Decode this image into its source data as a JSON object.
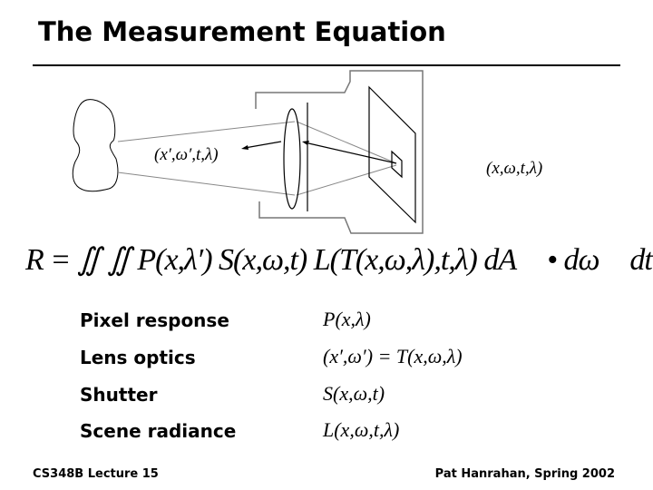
{
  "title": "The Measurement Equation",
  "diagram": {
    "scene_label": "(x′,ω′,t,λ)",
    "sensor_label": "(x,ω,t,λ)"
  },
  "equation": "R = ∬ ∬ P(x,λ′) S(x,ω,t) L(T(x,ω,λ),t,λ) dA⃗ • dω⃗ dt dλ",
  "terms": [
    {
      "label": "Pixel response",
      "expr": "P(x,λ)"
    },
    {
      "label": "Lens optics",
      "expr": "(x′,ω′) = T(x,ω,λ)"
    },
    {
      "label": "Shutter",
      "expr": "S(x,ω,t)"
    },
    {
      "label": "Scene radiance",
      "expr": "L(x,ω,t,λ)"
    }
  ],
  "footer": {
    "left": "CS348B Lecture 15",
    "right": "Pat Hanrahan, Spring 2002"
  }
}
